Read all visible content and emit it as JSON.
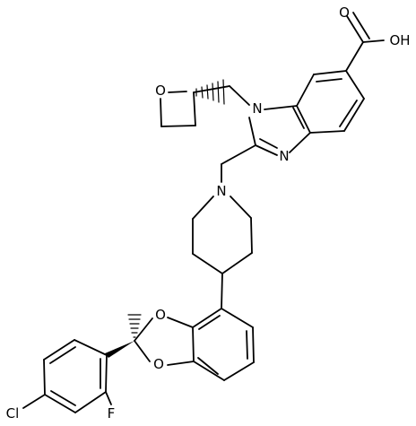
{
  "atom_labels": {
    "carboxylic_oh": "OH",
    "carbonyl_o": "O",
    "oxetane_o": "O",
    "imidazole_n1": "N",
    "imidazole_n3": "N",
    "piperidine_n": "N",
    "dioxole_o_top": "O",
    "dioxole_o_bottom": "O",
    "chlorine": "Cl",
    "fluorine": "F"
  }
}
